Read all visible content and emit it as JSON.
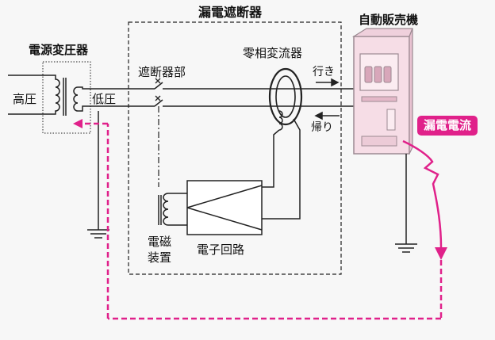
{
  "labels": {
    "breaker_title": "漏電遮断器",
    "vending_machine": "自動販売機",
    "transformer": "電源変圧器",
    "high_voltage": "高圧",
    "low_voltage": "低圧",
    "breaker_section": "遮断器部",
    "zct": "零相変流器",
    "outgoing": "行き",
    "returning": "帰り",
    "leak_current": "漏電電流",
    "electromagnetic": "電磁",
    "device": "装置",
    "electronic_circuit": "電子回路"
  },
  "colors": {
    "leak": "#e0218a",
    "line": "#222222",
    "vending_fill": "#f6dde6",
    "vending_stroke": "#9c8a92",
    "background": "#f7f7f7"
  }
}
